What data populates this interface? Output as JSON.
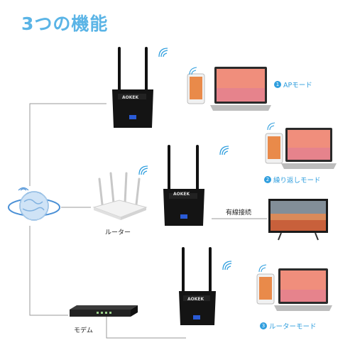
{
  "title": "3つの機能",
  "labels": {
    "router": "ルーター",
    "modem": "モデム",
    "wired": "有線接続"
  },
  "modes": [
    {
      "number": "1",
      "label": "APモード"
    },
    {
      "number": "2",
      "label": "繰り返しモード"
    },
    {
      "number": "3",
      "label": "ルーターモード"
    }
  ],
  "device_brand": "AOKEK",
  "colors": {
    "accent": "#2f9ede",
    "title": "#5ab4e6",
    "line": "#9a9a9a"
  },
  "icons": [
    "globe-icon",
    "wifi-signal-icon",
    "router-icon",
    "repeater-icon",
    "laptop-icon",
    "phone-icon",
    "tv-icon",
    "modem-icon"
  ]
}
